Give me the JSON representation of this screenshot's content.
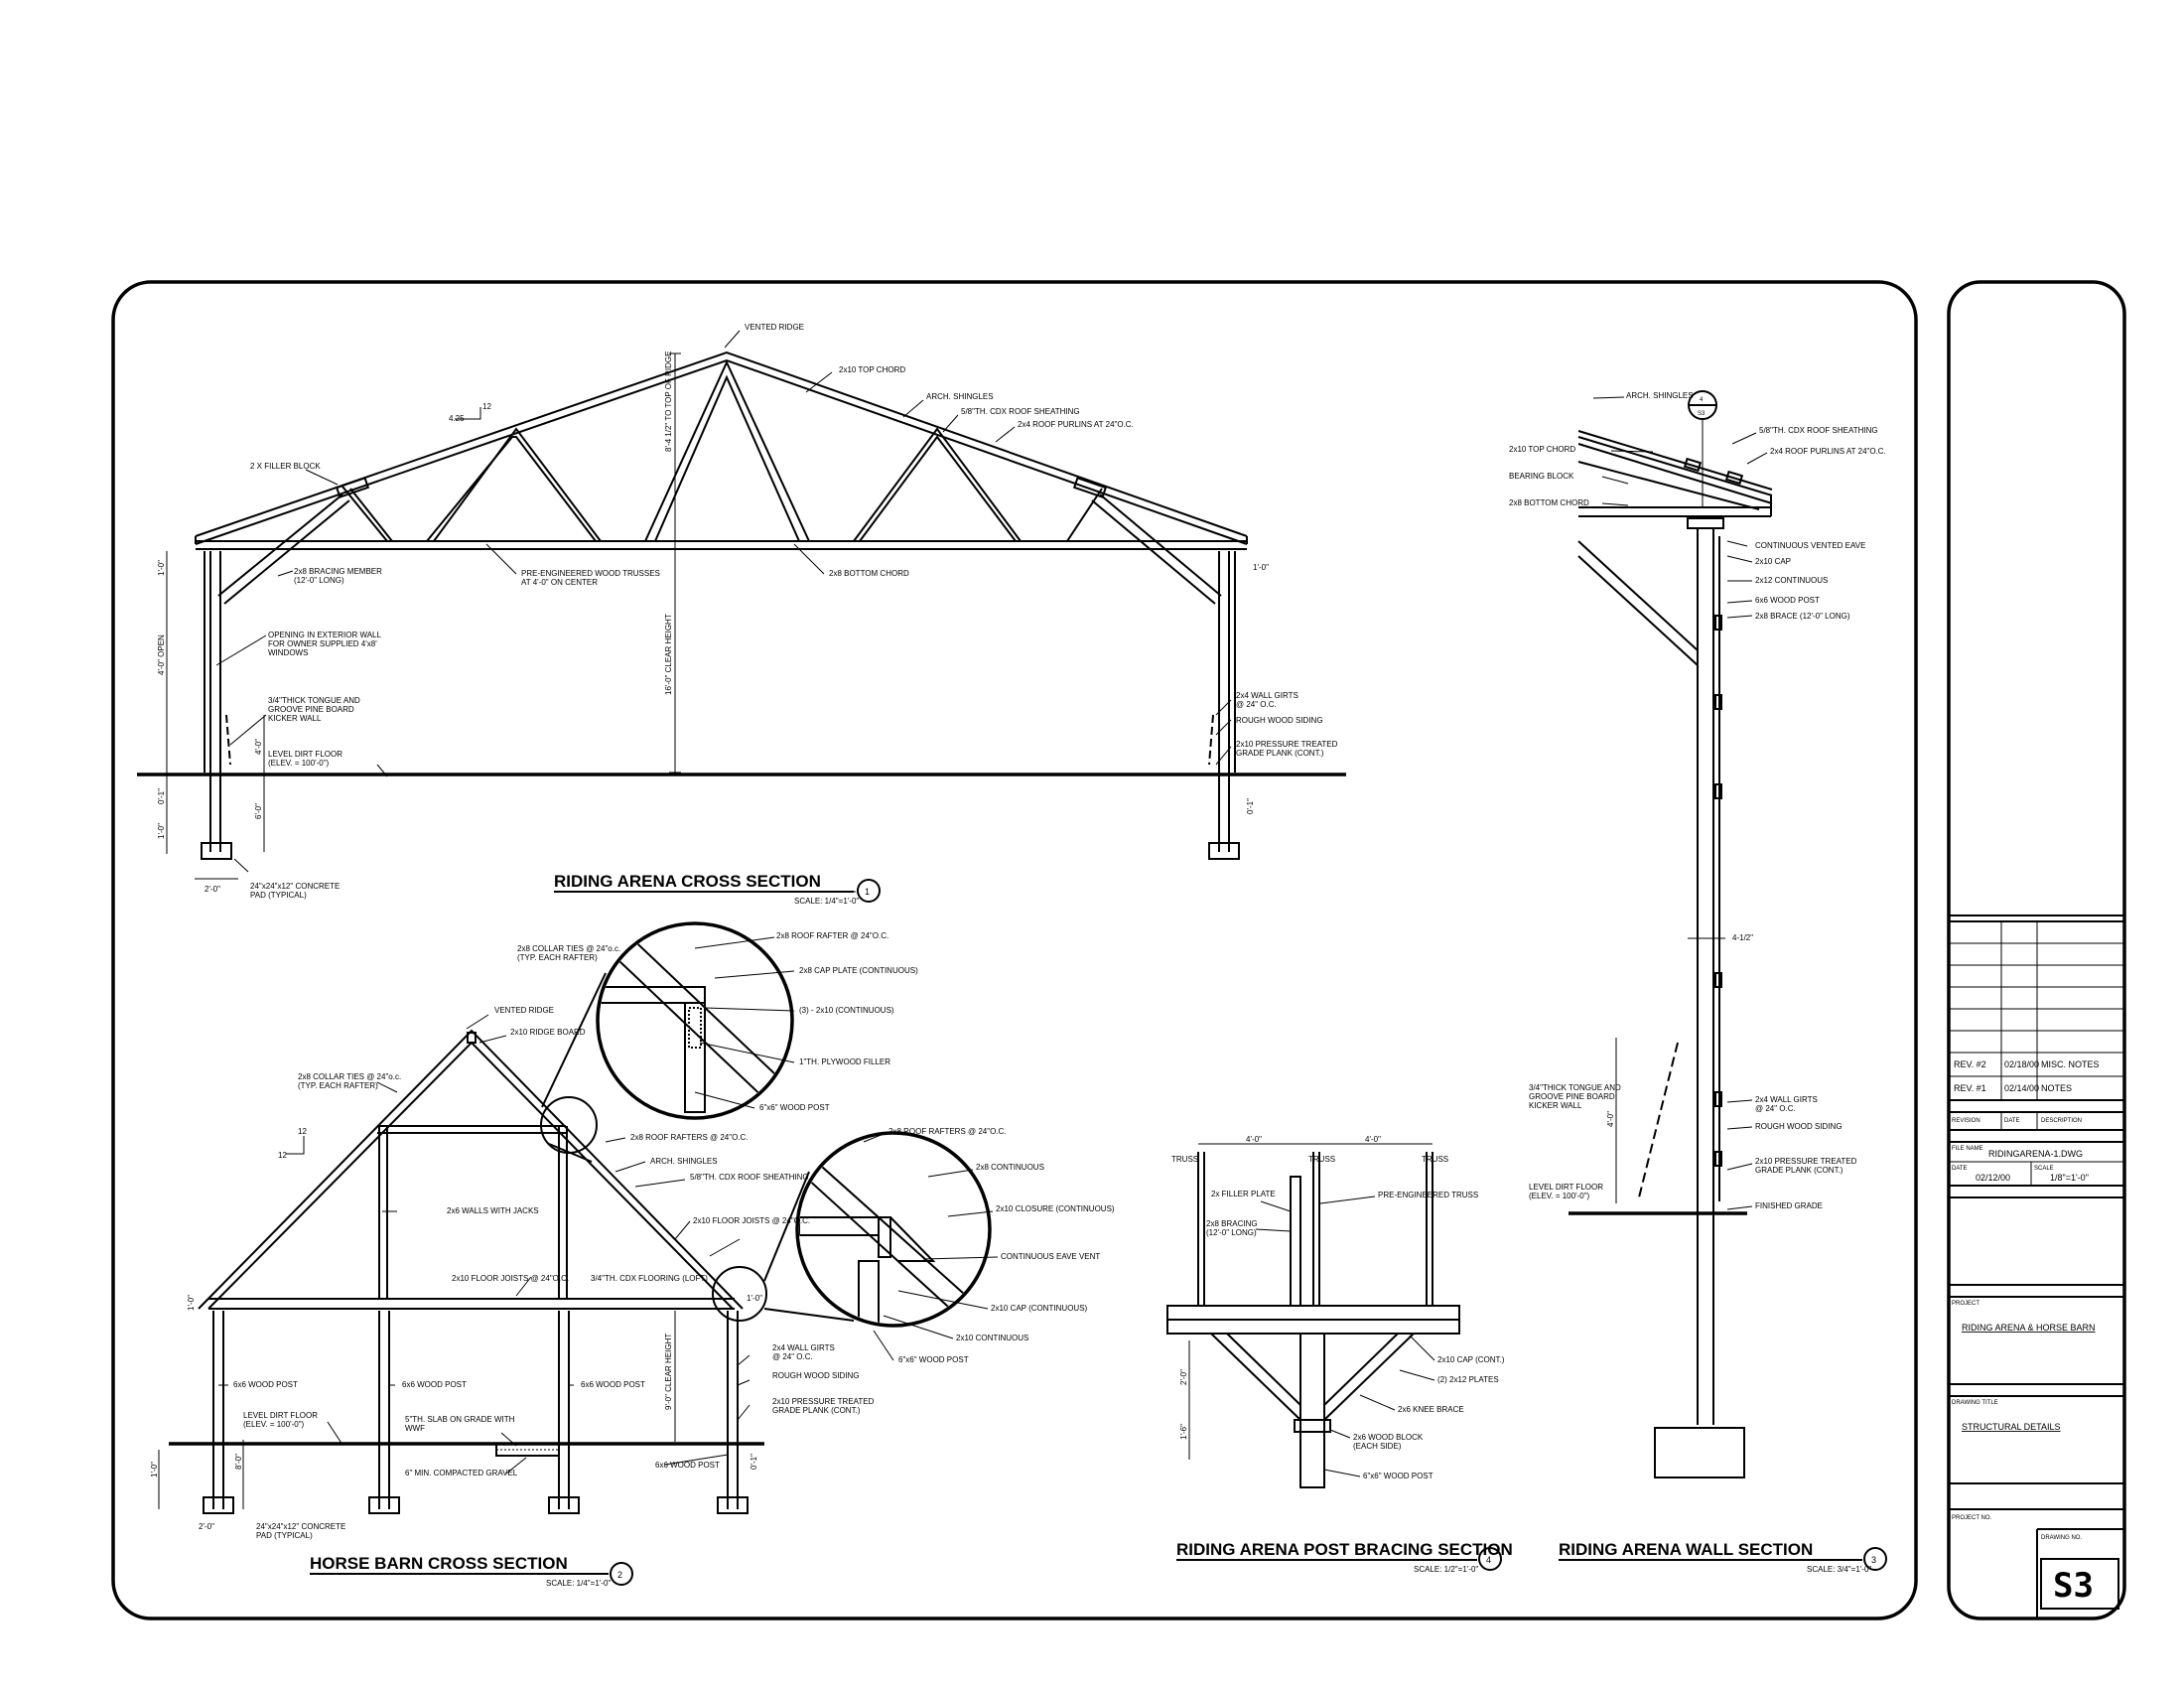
{
  "sections": {
    "s1": {
      "title": "RIDING ARENA CROSS SECTION",
      "scale": "SCALE: 1/4\"=1'-0\"",
      "number": "1"
    },
    "s2": {
      "title": "HORSE BARN CROSS SECTION",
      "scale": "SCALE: 1/4\"=1'-0\"",
      "number": "2"
    },
    "s3": {
      "title": "RIDING ARENA WALL SECTION",
      "scale": "SCALE: 3/4\"=1'-0\"",
      "number": "3"
    },
    "s4": {
      "title": "RIDING ARENA POST BRACING SECTION",
      "scale": "SCALE: 1/2\"=1'-0\"",
      "number": "4"
    }
  },
  "arena_notes": {
    "vented_ridge": "VENTED RIDGE",
    "top_chord": "2x10 TOP CHORD",
    "arch_shingles": "ARCH. SHINGLES",
    "sheathing": "5/8\"TH. CDX ROOF SHEATHING",
    "purlins": "2x4 ROOF PURLINS AT 24\"O.C.",
    "filler_block": "2 X FILLER BLOCK",
    "bracing": "2x8 BRACING MEMBER",
    "bracing2": "(12'-0\" LONG)",
    "trusses": "PRE-ENGINEERED WOOD TRUSSES",
    "trusses2": "AT 4'-0\" ON CENTER",
    "bottom_chord": "2x8 BOTTOM CHORD",
    "opening": "OPENING IN EXTERIOR WALL",
    "opening2": "FOR OWNER SUPPLIED 4'x8'",
    "opening3": "WINDOWS",
    "kickwall": "3/4\"THICK TONGUE AND",
    "kickwall2": "GROOVE PINE BOARD",
    "kickwall3": "KICKER WALL",
    "floor": "LEVEL DIRT FLOOR",
    "floor2": "(ELEV. = 100'-0\")",
    "girts": "2x4 WALL GIRTS",
    "girts2": "@ 24\" O.C.",
    "siding": "ROUGH WOOD SIDING",
    "plank": "2x10 PRESSURE TREATED",
    "plank2": "GRADE PLANK (CONT.)",
    "pad": "24\"x24\"x12\" CONCRETE",
    "pad2": "PAD (TYPICAL)",
    "rise": "4.25",
    "run": "12"
  },
  "arena_dims": {
    "truss_height": "8'-4 1/2\" TO TOP OF RIDGE",
    "clear": "16'-0\" CLEAR HEIGHT",
    "d1": "1'-0\"",
    "d2": "4'-0\" OPEN",
    "d3": "4'-0\"",
    "d4": "6'-0\"",
    "d5": "0'-1\"",
    "d6": "1'-0\"",
    "d7": "2'-0\""
  },
  "barn_notes": {
    "collar": "2x8 COLLAR TIES @ 24\"o.c.",
    "collar2": "(TYP. EACH RAFTER)",
    "vented_ridge": "VENTED RIDGE",
    "ridge_board": "2x10 RIDGE BOARD",
    "rafters": "2x8 ROOF RAFTERS @ 24\"O.C.",
    "shingles": "ARCH. SHINGLES",
    "sheathing": "5/8\"TH. CDX ROOF SHEATHING",
    "stud_walls": "2x6 WALLS WITH JACKS",
    "floor_joists": "2x10 FLOOR JOISTS @ 24\"O.C.",
    "loft_floor": "3/4\"TH. CDX FLOORING (LOFT)",
    "floor_joists2": "2x10 FLOOR JOISTS @ 24\"O.C.",
    "post1": "6x6 WOOD POST",
    "post2": "6x6 WOOD POST",
    "post3": "6x6 WOOD POST",
    "post4": "6x6 WOOD POST",
    "floor": "LEVEL DIRT FLOOR",
    "floor2": "(ELEV. = 100'-0\")",
    "slab": "5\"TH. SLAB ON GRADE WITH",
    "slab2": "WWF",
    "gravel": "6\" MIN. COMPACTED GRAVEL",
    "girts": "2x4 WALL GIRTS",
    "girts2": "@ 24\" O.C.",
    "siding": "ROUGH WOOD SIDING",
    "plank": "2x10 PRESSURE TREATED",
    "plank2": "GRADE PLANK (CONT.)",
    "pad": "24\"x24\"x12\" CONCRETE",
    "pad2": "PAD (TYPICAL)",
    "clear": "9'-0\" CLEAR HEIGHT",
    "d1": "1'-0\"",
    "d2": "1'-0\"",
    "d3": "8'-0\"",
    "d4": "2'-0\"",
    "d5": "1'-0\"",
    "d6": "0'-1\"",
    "rise": "12",
    "run": "12"
  },
  "detail_a": {
    "rafter": "2x8 ROOF RAFTER @ 24\"O.C.",
    "cap": "2x8 CAP PLATE (CONTINUOUS)",
    "beam": "(3) - 2x10 (CONTINUOUS)",
    "filler": "1\"TH. PLYWOOD FILLER",
    "post": "6\"x6\" WOOD POST"
  },
  "detail_b": {
    "rafters": "2x8 ROOF RAFTERS @ 24\"O.C.",
    "cont1": "2x8 CONTINUOUS",
    "closure": "2x10 CLOSURE (CONTINUOUS)",
    "vent": "CONTINUOUS EAVE VENT",
    "cap": "2x10 CAP (CONTINUOUS)",
    "cont2": "2x10 CONTINUOUS",
    "post": "6\"x6\" WOOD POST"
  },
  "bracing_notes": {
    "truss1": "TRUSS",
    "truss2": "TRUSS",
    "truss3": "TRUSS",
    "d1": "4'-0\"",
    "d2": "4'-0\"",
    "filler": "2x FILLER PLATE",
    "member": "2x8 BRACING",
    "member2": "(12'-0\" LONG)",
    "pre": "PRE-ENGINEERED TRUSS",
    "cap": "2x10 CAP (CONT.)",
    "plates": "(2) 2x12 PLATES",
    "knee": "2x6 KNEE BRACE",
    "block": "2x6 WOOD BLOCK",
    "block2": "(EACH SIDE)",
    "post": "6\"x6\" WOOD POST",
    "v1": "2'-0\"",
    "v2": "1'-6\""
  },
  "wall_notes": {
    "shingles": "ARCH. SHINGLES",
    "sheathing": "5/8\"TH. CDX ROOF SHEATHING",
    "top_chord": "2x10 TOP CHORD",
    "purlins": "2x4 ROOF PURLINS AT 24\"O.C.",
    "bearing": "BEARING BLOCK",
    "bottom": "2x8 BOTTOM CHORD",
    "eave": "CONTINUOUS VENTED EAVE",
    "cap": "2x10 CAP",
    "cont": "2x12 CONTINUOUS",
    "post": "6x6 WOOD POST",
    "brace": "2x8 BRACE (12'-0\" LONG)",
    "girts": "2x4 WALL GIRTS",
    "girts2": "@ 24\" O.C.",
    "siding": "ROUGH WOOD SIDING",
    "kick": "3/4\"THICK TONGUE AND",
    "kick2": "GROOVE PINE BOARD",
    "kick3": "KICKER WALL",
    "floor": "LEVEL DIRT FLOOR",
    "floor2": "(ELEV. = 100'-0\")",
    "plank": "2x10 PRESSURE TREATED",
    "plank2": "GRADE PLANK (CONT.)",
    "finish": "FINISHED GRADE",
    "d1": "4'-0\"",
    "d2": "4-1/2\"",
    "tag_top": "4",
    "tag_bot": "S3"
  },
  "title_block": {
    "rev2": "REV. #2",
    "rev2_date": "02/18/00",
    "rev2_desc": "MISC. NOTES",
    "rev1": "REV. #1",
    "rev1_date": "02/14/00",
    "rev1_desc": "NOTES",
    "h_revision": "REVISION",
    "h_date": "DATE",
    "h_description": "DESCRIPTION",
    "file_label": "FILE NAME",
    "file_name": "RIDINGARENA-1.DWG",
    "date_label": "DATE",
    "date_value": "02/12/00",
    "scale_label": "SCALE",
    "scale_value": "1/8\"=1'-0\"",
    "project_label": "PROJECT",
    "project_value": "RIDING ARENA & HORSE BARN",
    "drawing_title_label": "DRAWING TITLE",
    "drawing_title_value": "STRUCTURAL DETAILS",
    "project_no_label": "PROJECT NO.",
    "drawing_no_label": "DRAWING NO.",
    "drawing_no": "S3"
  }
}
